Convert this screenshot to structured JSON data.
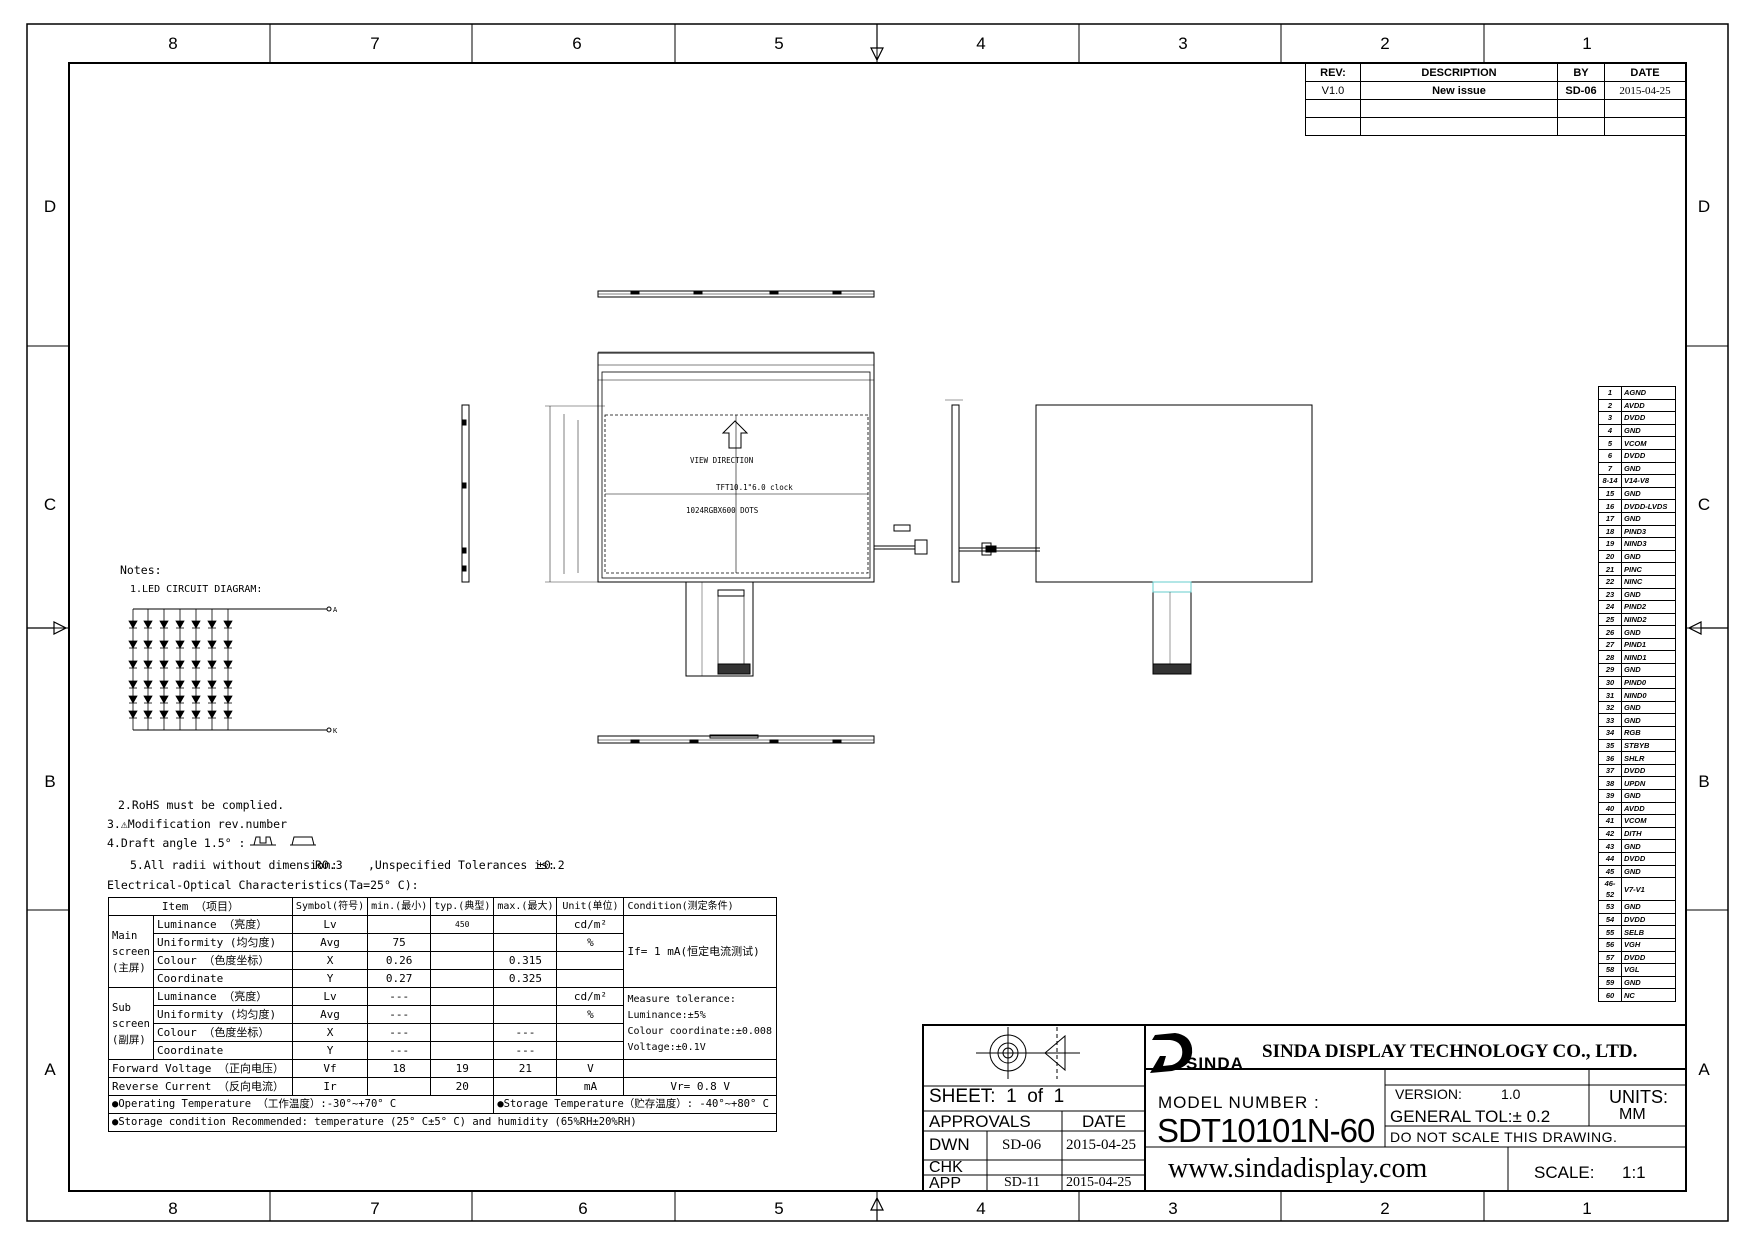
{
  "zones": {
    "columns": [
      "8",
      "7",
      "6",
      "5",
      "4",
      "3",
      "2",
      "1"
    ],
    "rows": [
      "D",
      "C",
      "B",
      "A"
    ]
  },
  "revision": {
    "headers": [
      "REV:",
      "DESCRIPTION",
      "BY",
      "DATE"
    ],
    "rows": [
      {
        "rev": "V1.0",
        "description": "New issue",
        "by": "SD-06",
        "date": "2015-04-25"
      }
    ]
  },
  "drawing_labels": {
    "view_direction": "VIEW DIRECTION",
    "panel_name": "TFT10.1\"6.0 clock",
    "resolution": "1024RGBX600 DOTS",
    "led_anode": "A",
    "led_cathode": "K"
  },
  "pins": [
    {
      "n": "1",
      "name": "AGND"
    },
    {
      "n": "2",
      "name": "AVDD"
    },
    {
      "n": "3",
      "name": "DVDD"
    },
    {
      "n": "4",
      "name": "GND"
    },
    {
      "n": "5",
      "name": "VCOM"
    },
    {
      "n": "6",
      "name": "DVDD"
    },
    {
      "n": "7",
      "name": "GND"
    },
    {
      "n": "8-14",
      "name": "V14-V8"
    },
    {
      "n": "15",
      "name": "GND"
    },
    {
      "n": "16",
      "name": "DVDD-LVDS"
    },
    {
      "n": "17",
      "name": "GND"
    },
    {
      "n": "18",
      "name": "PIND3"
    },
    {
      "n": "19",
      "name": "NIND3"
    },
    {
      "n": "20",
      "name": "GND"
    },
    {
      "n": "21",
      "name": "PINC"
    },
    {
      "n": "22",
      "name": "NINC"
    },
    {
      "n": "23",
      "name": "GND"
    },
    {
      "n": "24",
      "name": "PIND2"
    },
    {
      "n": "25",
      "name": "NIND2"
    },
    {
      "n": "26",
      "name": "GND"
    },
    {
      "n": "27",
      "name": "PIND1"
    },
    {
      "n": "28",
      "name": "NIND1"
    },
    {
      "n": "29",
      "name": "GND"
    },
    {
      "n": "30",
      "name": "PIND0"
    },
    {
      "n": "31",
      "name": "NIND0"
    },
    {
      "n": "32",
      "name": "GND"
    },
    {
      "n": "33",
      "name": "GND"
    },
    {
      "n": "34",
      "name": "RGB"
    },
    {
      "n": "35",
      "name": "STBYB"
    },
    {
      "n": "36",
      "name": "SHLR"
    },
    {
      "n": "37",
      "name": "DVDD"
    },
    {
      "n": "38",
      "name": "UPDN"
    },
    {
      "n": "39",
      "name": "GND"
    },
    {
      "n": "40",
      "name": "AVDD"
    },
    {
      "n": "41",
      "name": "VCOM"
    },
    {
      "n": "42",
      "name": "DITH"
    },
    {
      "n": "43",
      "name": "GND"
    },
    {
      "n": "44",
      "name": "DVDD"
    },
    {
      "n": "45",
      "name": "GND"
    },
    {
      "n": "46-52",
      "name": "V7-V1"
    },
    {
      "n": "53",
      "name": "GND"
    },
    {
      "n": "54",
      "name": "DVDD"
    },
    {
      "n": "55",
      "name": "SELB"
    },
    {
      "n": "56",
      "name": "VGH"
    },
    {
      "n": "57",
      "name": "DVDD"
    },
    {
      "n": "58",
      "name": "VGL"
    },
    {
      "n": "59",
      "name": "GND"
    },
    {
      "n": "60",
      "name": "NC"
    }
  ],
  "notes": {
    "title": "Notes:",
    "n1": "1.LED CIRCUIT DIAGRAM:",
    "n2": "2.RoHS must be complied.",
    "n3": "3.⚠Modification rev.number",
    "n4": "4.Draft angle 1.5° :",
    "n5a": "5.All radii without dimension:",
    "n5b": "R0.3",
    "n5c": ",Unspecified Tolerances is:",
    "n5d": "±0.2",
    "eo_title": "Electrical-Optical Characteristics(Ta=25° C):"
  },
  "eo_table": {
    "headers": {
      "item": "Item （项目）",
      "symbol": "Symbol(符号)",
      "min": "min.(最小)",
      "typ": "typ.(典型)",
      "max": "max.(最大)",
      "unit": "Unit(单位)",
      "condition": "Condition(测定条件)"
    },
    "main_label": "Main screen (主屏)",
    "sub_label": "Sub screen (副屏)",
    "lum": "Luminance （亮度）",
    "unif": "Uniformity (均匀度)",
    "colour": "Colour （色度坐标）",
    "coord": "Coordinate",
    "main": {
      "lv_sym": "Lv",
      "lv_typ": "450",
      "lv_unit": "cd/m²",
      "avg_sym": "Avg",
      "avg_min": "75",
      "avg_unit": "%",
      "x_sym": "X",
      "x_min": "0.26",
      "x_max": "0.315",
      "y_sym": "Y",
      "y_min": "0.27",
      "y_max": "0.325"
    },
    "main_condition": "If= 1 mA(恒定电流测试)",
    "sub": {
      "lv_sym": "Lv",
      "lv_min": "---",
      "lv_unit": "cd/m²",
      "avg_sym": "Avg",
      "avg_min": "---",
      "avg_unit": "%",
      "x_sym": "X",
      "x_min": "---",
      "x_max": "---",
      "y_sym": "Y",
      "y_min": "---",
      "y_max": "---"
    },
    "sub_condition": [
      "Measure tolerance:",
      "Luminance:±5%",
      "Colour coordinate:±0.008",
      "Voltage:±0.1V"
    ],
    "forward": {
      "item": "Forward Voltage （正向电压）",
      "sym": "Vf",
      "min": "18",
      "typ": "19",
      "max": "21",
      "unit": "V"
    },
    "reverse": {
      "item": "Reverse Current （反向电流）",
      "sym": "Ir",
      "typ": "20",
      "unit": "mA",
      "cond": "Vr= 0.8 V"
    },
    "op_temp": "●Operating Temperature （工作温度）:-30°~+70° C",
    "st_temp": "●Storage Temperature（贮存温度）: -40°~+80° C",
    "storage": "●Storage condition Recommended:  temperature (25° C±5° C) and humidity (65%RH±20%RH)"
  },
  "title_block": {
    "company": "SINDA DISPLAY TECHNOLOGY CO., LTD.",
    "logo_text": "SINDA",
    "sheet": "SHEET:  1  of  1",
    "approvals": "APPROVALS",
    "date_header": "DATE",
    "dwn": "DWN",
    "dwn_by": "SD-06",
    "dwn_date": "2015-04-25",
    "chk": "CHK",
    "app": "APP",
    "app_by": "SD-11",
    "app_date": "2015-04-25",
    "model_label": "MODEL NUMBER :",
    "model": "SDT10101N-60",
    "version_label": "VERSION:",
    "version": "1.0",
    "units_label": "UNITS:",
    "units": "MM",
    "tolerance": "GENERAL TOL:± 0.2",
    "no_scale": "DO NOT SCALE THIS DRAWING.",
    "website": "www.sindadisplay.com",
    "scale_label": "SCALE:",
    "scale": "1:1"
  }
}
